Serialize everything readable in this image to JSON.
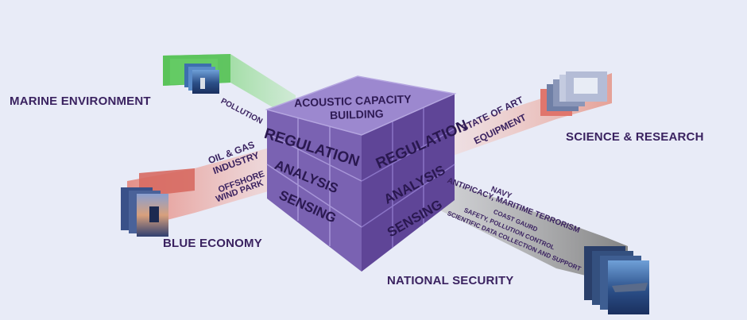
{
  "sectors": {
    "marine_environment": "MARINE ENVIRONMENT",
    "science_research": "SCIENCE & RESEARCH",
    "blue_economy": "BLUE ECONOMY",
    "national_security": "NATIONAL SECURITY"
  },
  "cube": {
    "top_label": [
      "ACOUSTIC CAPACITY",
      "BUILDING"
    ],
    "layers": [
      "REGULATION",
      "ANALYSIS",
      "SENSING"
    ]
  },
  "beams": {
    "marine_environment": [
      "POLLUTION"
    ],
    "science_research": [
      "STATE OF ART",
      "EQUIPMENT"
    ],
    "blue_economy": [
      "OIL & GAS",
      "INDUSTRY",
      "OFFSHORE",
      "WIND PARK"
    ],
    "national_security": [
      "NAVY",
      "ANTIPICACY, MARITIME TERRORISM",
      "COAST GAURD",
      "SAFETY, POLLUTION CONTROL",
      "SCIENTIFIC DATA COLLECTION AND SUPPORT"
    ]
  },
  "colors": {
    "background": "#e8ebf7",
    "cube_front": "#7a62b2",
    "cube_right": "#5f4597",
    "cube_top": "#9c88cf",
    "text": "#3a2260",
    "green_beam": "#5ecb5e",
    "red_beam": "#e59d92",
    "gray_beam": "#8a8a8a"
  }
}
